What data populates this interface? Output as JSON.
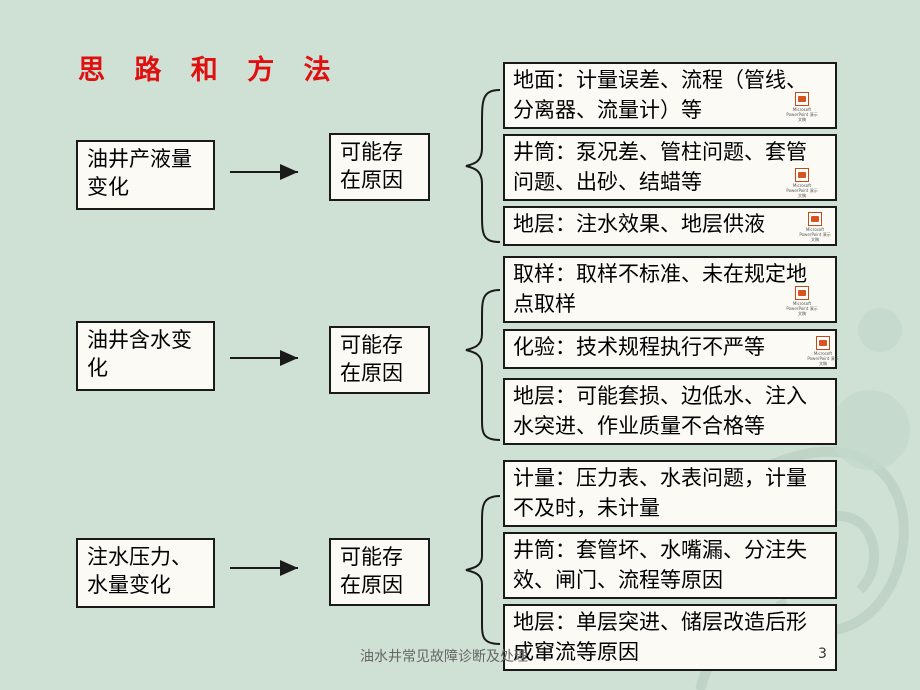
{
  "title": "思 路 和 方 法",
  "sections": [
    {
      "cause": "油井产液量变化",
      "reason": "可能存在原因",
      "details": [
        {
          "text": "地面：计量误差、流程（管线、分离器、流量计）等",
          "has_icon": true
        },
        {
          "text": "井筒：泵况差、管柱问题、套管问题、出砂、结蜡等",
          "has_icon": true
        },
        {
          "text": "地层：注水效果、地层供液",
          "has_icon": true
        }
      ]
    },
    {
      "cause": "油井含水变化",
      "reason": "可能存在原因",
      "details": [
        {
          "text": "取样：取样不标准、未在规定地点取样",
          "has_icon": true
        },
        {
          "text": "化验：技术规程执行不严等",
          "has_icon": true
        },
        {
          "text": "地层：可能套损、边低水、注入水突进、作业质量不合格等",
          "has_icon": false
        }
      ]
    },
    {
      "cause": "注水压力、水量变化",
      "reason": "可能存在原因",
      "details": [
        {
          "text": "计量：压力表、水表问题，计量不及时，未计量",
          "has_icon": false
        },
        {
          "text": "井筒：套管坏、水嘴漏、分注失效、闸门、流程等原因",
          "has_icon": false
        },
        {
          "text": "地层：单层突进、储层改造后形成窜流等原因",
          "has_icon": false
        }
      ]
    }
  ],
  "embedded_icon_caption": "Microsoft PowerPoint 演示文稿",
  "footer": "油水井常见故障诊断及处理",
  "page_number": "3",
  "colors": {
    "background": "#cfe0d4",
    "title": "#e01010",
    "box_fill": "#fbfaf5",
    "border": "#1a1a1a"
  }
}
